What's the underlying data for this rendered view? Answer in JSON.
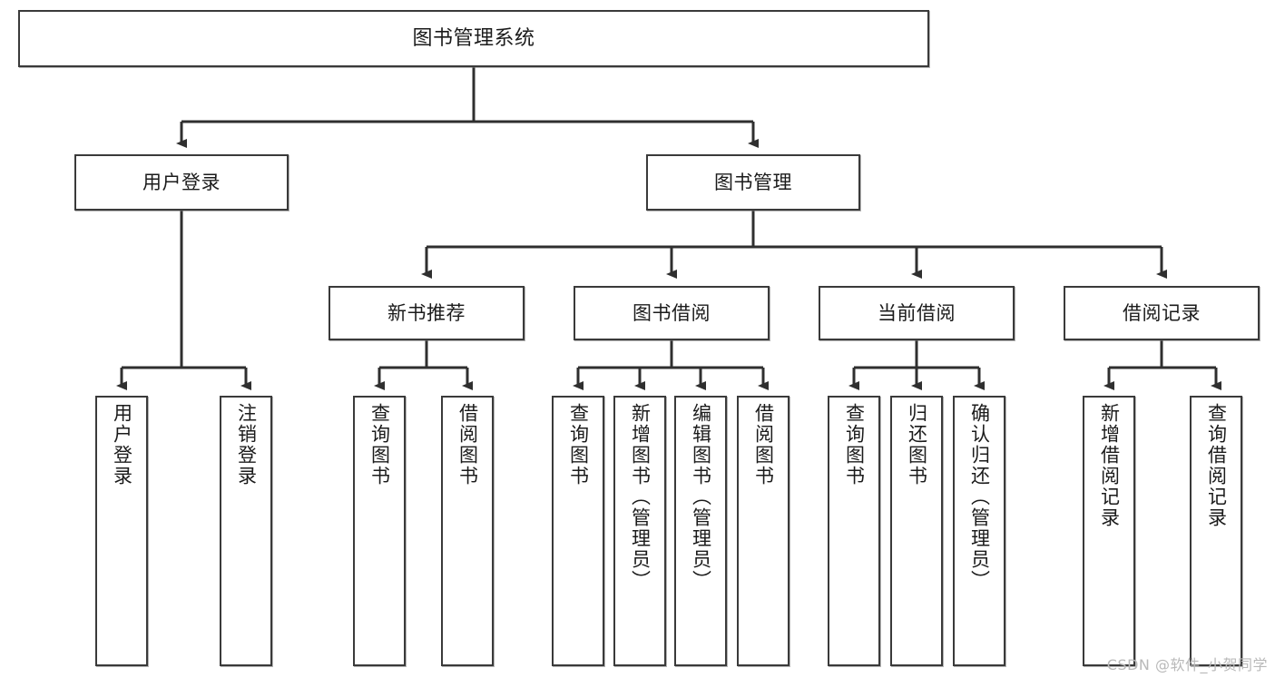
{
  "diagram": {
    "title": "图书管理系统",
    "type": "tree-hierarchy-diagram",
    "watermark": "CSDN @软件_小贺同学",
    "colors": {
      "box_border": "#3a3a3a",
      "box_fill": "#ffffff",
      "connector": "#2f2f2f",
      "text": "#1b1b1b",
      "watermark": "#b9b9b9"
    },
    "levels": {
      "root": {
        "label": "图书管理系统"
      },
      "level2": [
        {
          "label": "用户登录"
        },
        {
          "label": "图书管理"
        }
      ],
      "level3": [
        {
          "label": "新书推荐"
        },
        {
          "label": "图书借阅"
        },
        {
          "label": "当前借阅"
        },
        {
          "label": "借阅记录"
        }
      ],
      "leaves": {
        "user_login": [
          {
            "label": "用户登录"
          },
          {
            "label": "注销登录"
          }
        ],
        "new_book_recommend": [
          {
            "label": "查询图书"
          },
          {
            "label": "借阅图书"
          }
        ],
        "book_borrow": [
          {
            "label": "查询图书"
          },
          {
            "label": "新增图书（管理员）"
          },
          {
            "label": "编辑图书（管理员）"
          },
          {
            "label": "借阅图书"
          }
        ],
        "current_borrow": [
          {
            "label": "查询图书"
          },
          {
            "label": "归还图书"
          },
          {
            "label": "确认归还（管理员）"
          }
        ],
        "borrow_record": [
          {
            "label": "新增借阅记录"
          },
          {
            "label": "查询借阅记录"
          }
        ]
      }
    }
  }
}
